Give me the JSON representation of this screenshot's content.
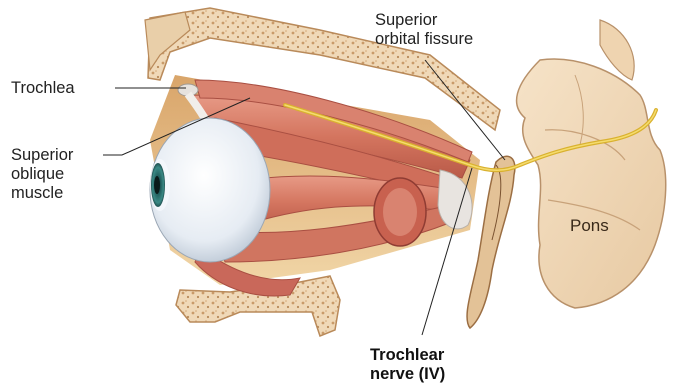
{
  "labels": {
    "trochlea": "Trochlea",
    "superior_oblique": [
      "Superior",
      "oblique",
      "muscle"
    ],
    "superior_orbital_fissure": [
      "Superior",
      "orbital fissure"
    ],
    "pons": "Pons",
    "trochlear_nerve": [
      "Trochlear",
      "nerve (IV)"
    ]
  },
  "colors": {
    "bone": "#f1dcbe",
    "bone_dark": "#b98a5a",
    "muscle": "#d98270",
    "muscle_dark": "#a94f42",
    "eye_white": "#eef1f5",
    "iris": "#2d6f6f",
    "nerve": "#e8c33d",
    "brainstem": "#f2ddc0",
    "leader_line": "#222222"
  }
}
